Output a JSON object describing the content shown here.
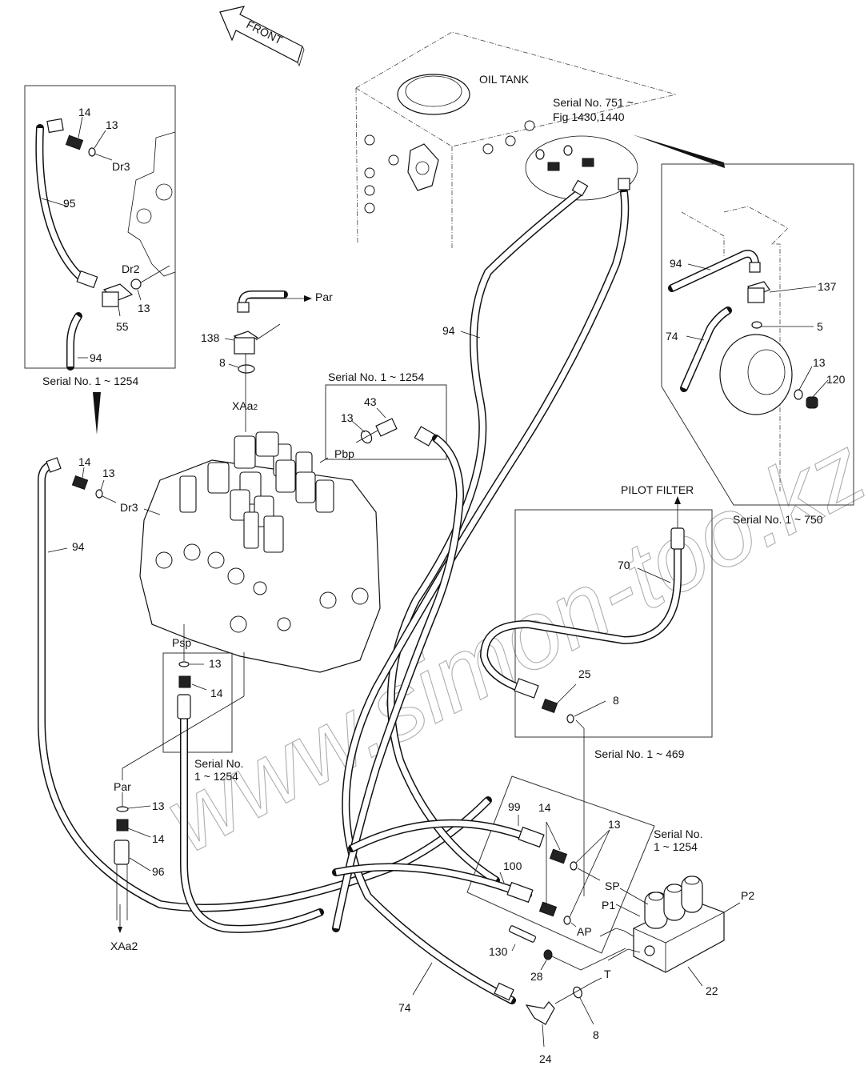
{
  "direction_arrow": {
    "label": "FRONT"
  },
  "watermark": {
    "text": "www.simon-too.kz"
  },
  "components": {
    "oil_tank": "OIL TANK",
    "pilot_filter": "PILOT FILTER"
  },
  "serial_notes": {
    "top_left_inset": "Serial No. 1 ~ 1254",
    "tank_ports": "Serial No. 751 ~",
    "tank_ports_ref": "Fig 1430,1440",
    "right_inset": "Serial No. 1 ~ 750",
    "pbp_inset": "Serial No. 1 ~ 1254",
    "psp_inset_line1": "Serial No.",
    "psp_inset_line2": "1 ~ 1254",
    "pilot_filter_inset": "Serial No. 1 ~ 469",
    "solenoid_inset_line1": "Serial No.",
    "solenoid_inset_line2": "1 ~ 1254"
  },
  "port_labels": {
    "dr3_inset": "Dr3",
    "dr2_inset": "Dr2",
    "par_top": "Par",
    "xaa2_top": "XAa",
    "xaa2_top_sub": "2",
    "pbp": "Pbp",
    "dr3_main": "Dr3",
    "psp": "Psp",
    "par_bottom": "Par",
    "xaa2_bottom": "XAa2",
    "sp": "SP",
    "p1": "P1",
    "ap": "AP",
    "t": "T",
    "p2": "P2"
  },
  "callouts": {
    "inset_tl_14": "14",
    "inset_tl_13a": "13",
    "inset_tl_95": "95",
    "inset_tl_13b": "13",
    "inset_tl_55": "55",
    "inset_tl_94": "94",
    "c138": "138",
    "c8_top": "8",
    "c43": "43",
    "c13_pbp": "13",
    "main_14": "14",
    "main_13": "13",
    "main_94_left": "94",
    "main_94_center": "94",
    "psp_13": "13",
    "psp_14": "14",
    "par_13": "13",
    "par_14": "14",
    "c96": "96",
    "right_94": "94",
    "right_137": "137",
    "right_74": "74",
    "right_5": "5",
    "right_13": "13",
    "right_120": "120",
    "c70": "70",
    "c25": "25",
    "c8_filter": "8",
    "c99": "99",
    "c14_sol": "14",
    "c13_sol": "13",
    "c100": "100",
    "c130": "130",
    "c28": "28",
    "c22": "22",
    "c74_bottom": "74",
    "c8_bottom": "8",
    "c24": "24"
  }
}
